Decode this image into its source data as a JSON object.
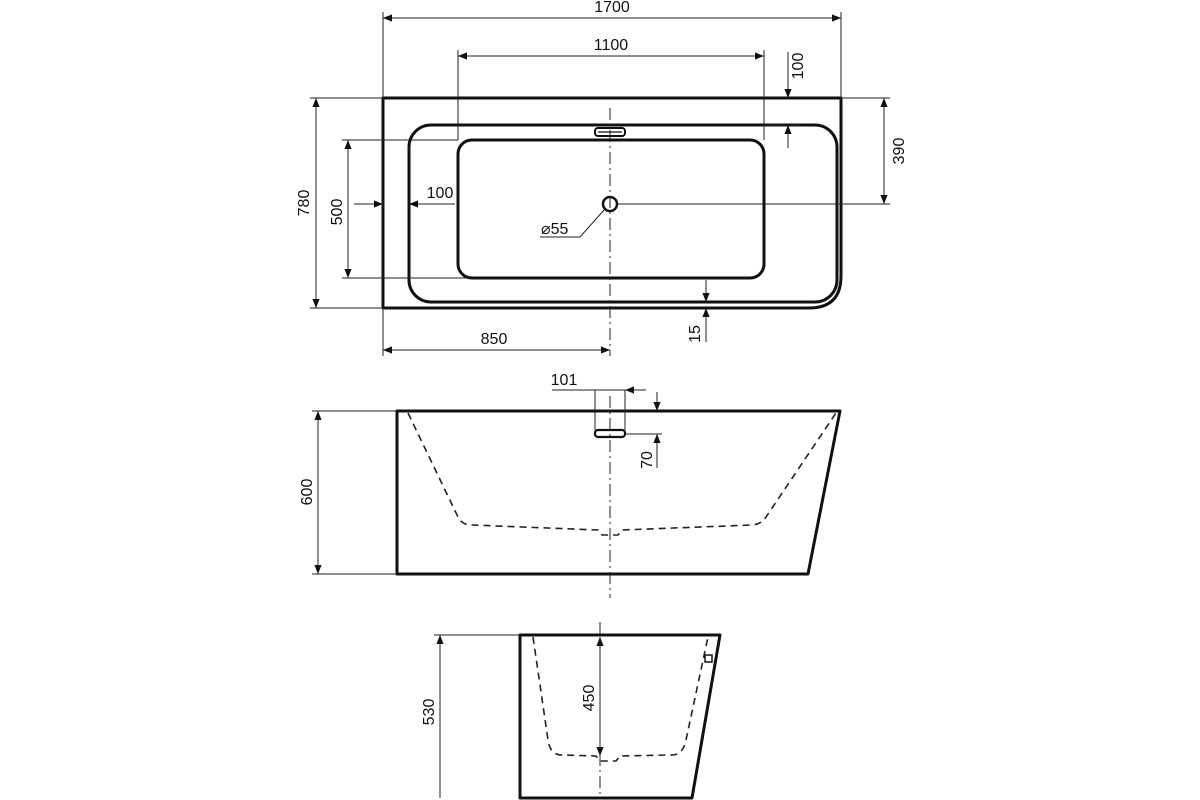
{
  "drawing": {
    "plan_view": {
      "overall_length": "1700",
      "inner_length": "1100",
      "depth_top": "100",
      "center_offset": "390",
      "overall_width": "780",
      "inner_width": "500",
      "side_rim": "100",
      "drain_diameter": "⌀55",
      "drain_position": "850",
      "bottom_rim": "15"
    },
    "side_view": {
      "overflow_width": "101",
      "overflow_height": "70",
      "height": "600"
    },
    "end_view": {
      "height": "530",
      "inner_depth": "450"
    }
  }
}
